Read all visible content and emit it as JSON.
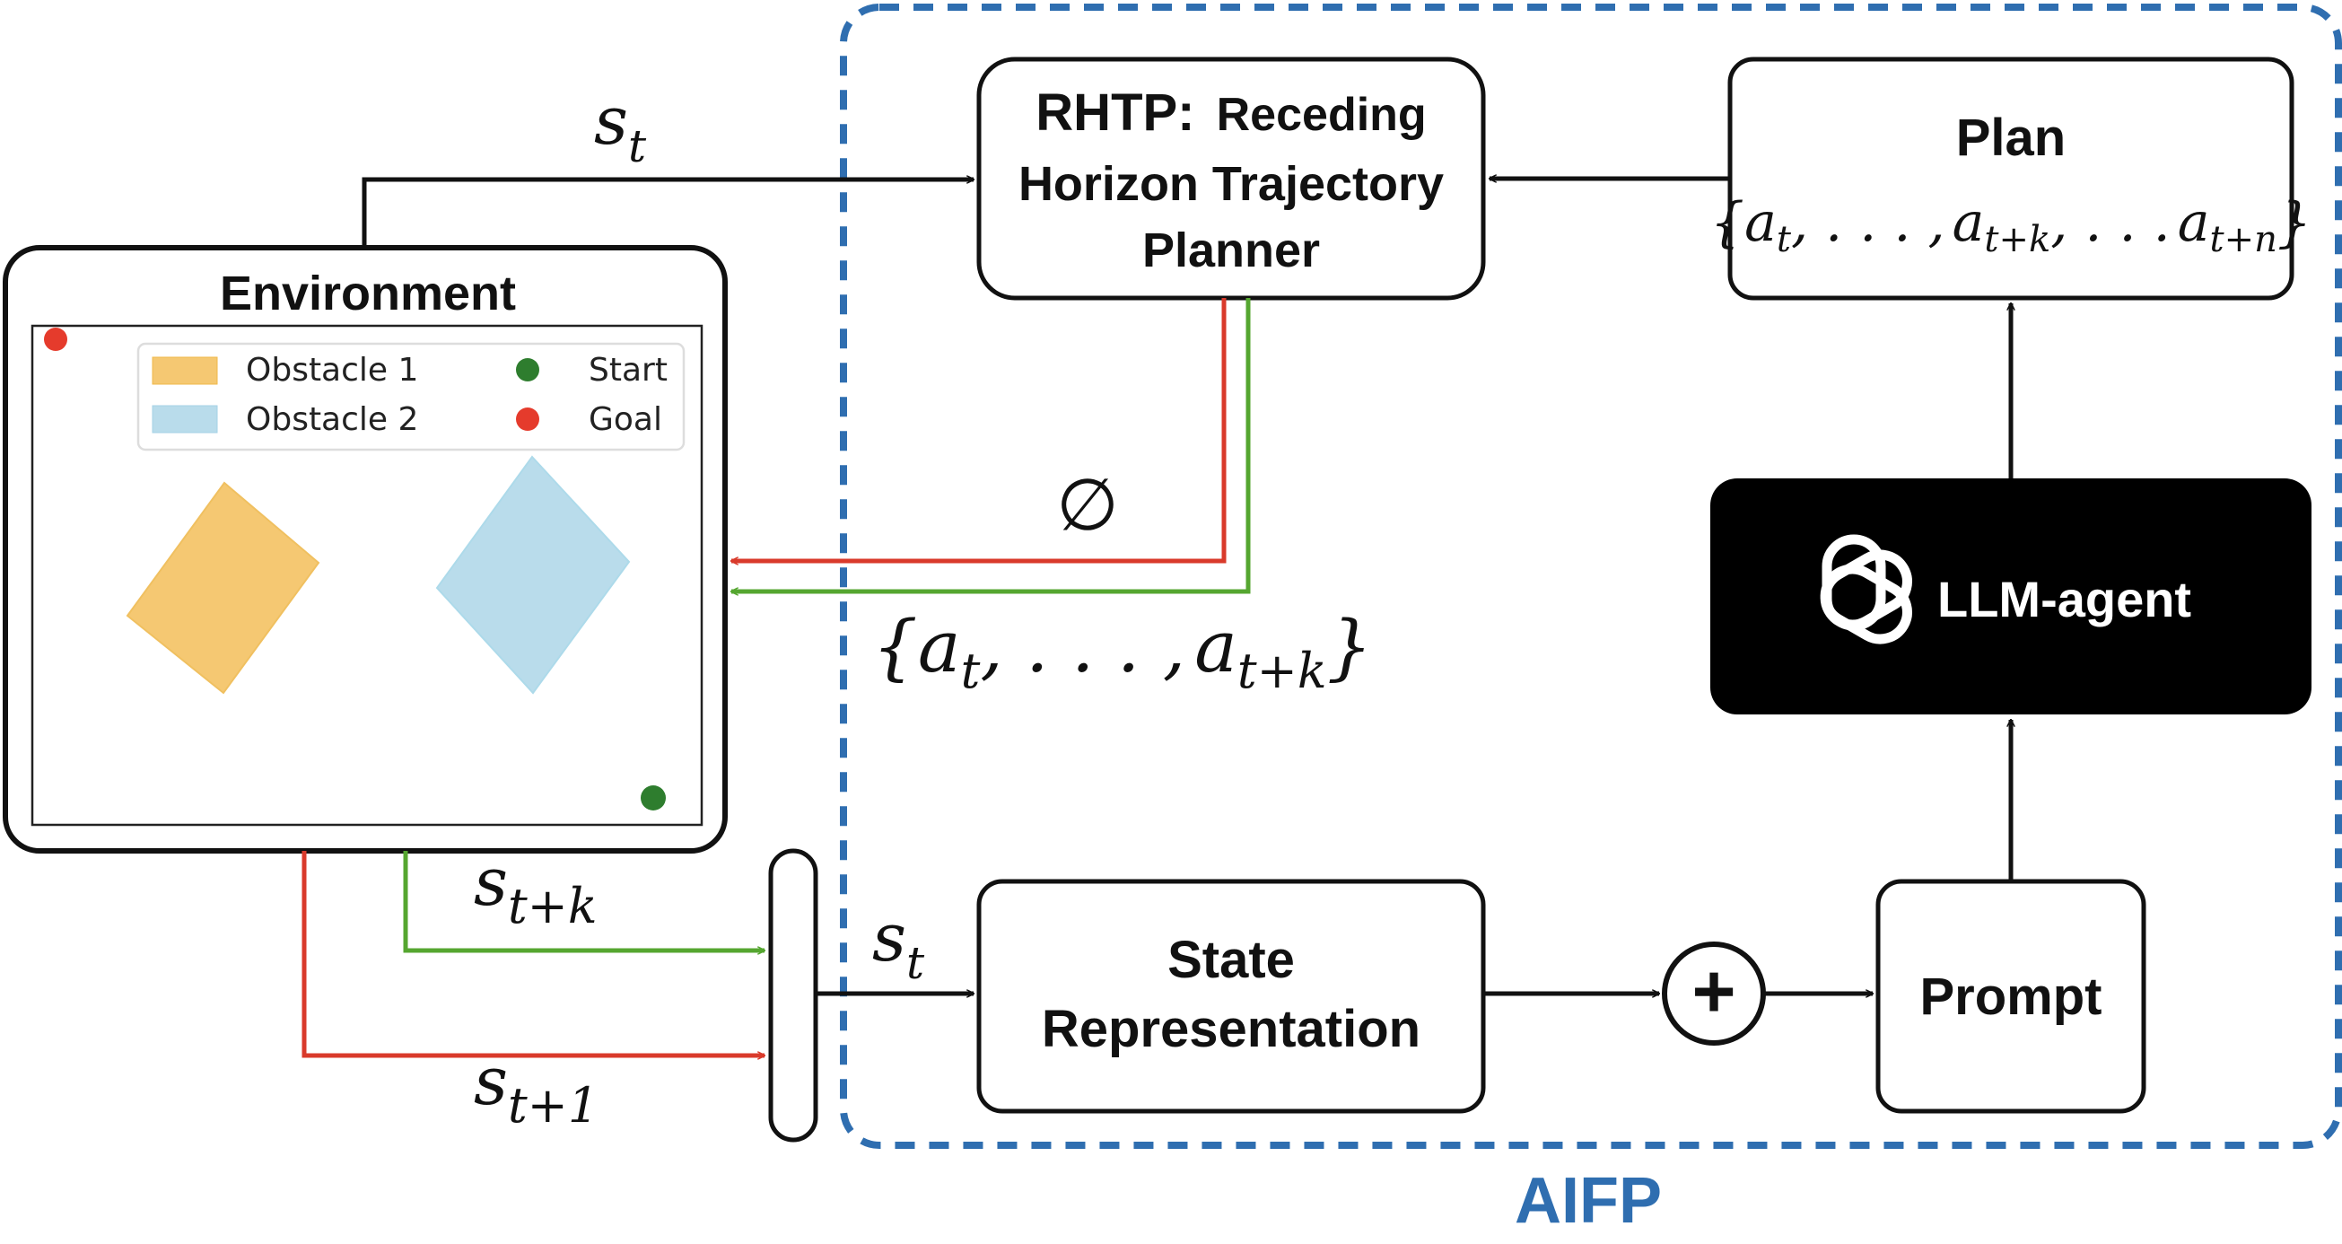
{
  "environment": {
    "title": "Environment",
    "legend": {
      "obstacle1": "Obstacle 1",
      "obstacle2": "Obstacle 2",
      "start": "Start",
      "goal": "Goal"
    }
  },
  "rhtp": {
    "line1_prefix": "RHTP:",
    "line1_rest": "Receding",
    "line2": "Horizon Trajectory",
    "line3": "Planner"
  },
  "plan": {
    "title": "Plan",
    "formula_open": "{",
    "a": "a",
    "sub_t": "t",
    "dots": ", . . . ,",
    "sub_tk": "t+k",
    "dots2": ", . . .",
    "sub_tn": "t+n",
    "formula_close": "}"
  },
  "llm_agent": {
    "label": "LLM-agent"
  },
  "state_repr": {
    "line1": "State",
    "line2": "Representation"
  },
  "prompt": {
    "label": "Prompt"
  },
  "combine": {
    "symbol": "+"
  },
  "aifp_label": "AIFP",
  "edges": {
    "s": "s",
    "sub_t": "t",
    "sub_tk": "t+k",
    "sub_t1": "t+1",
    "empty_set": "∅",
    "actions_open": "{",
    "a": "a",
    "dots": ", . . . ,",
    "actions_close": "}"
  },
  "colors": {
    "red": "#d93a2b",
    "green": "#55a630",
    "aifp_blue": "#2f6eb0",
    "obstacle1": "#f5c872",
    "obstacle2": "#b9dceb",
    "start": "#2e7d2e",
    "goal": "#e53b2c"
  }
}
